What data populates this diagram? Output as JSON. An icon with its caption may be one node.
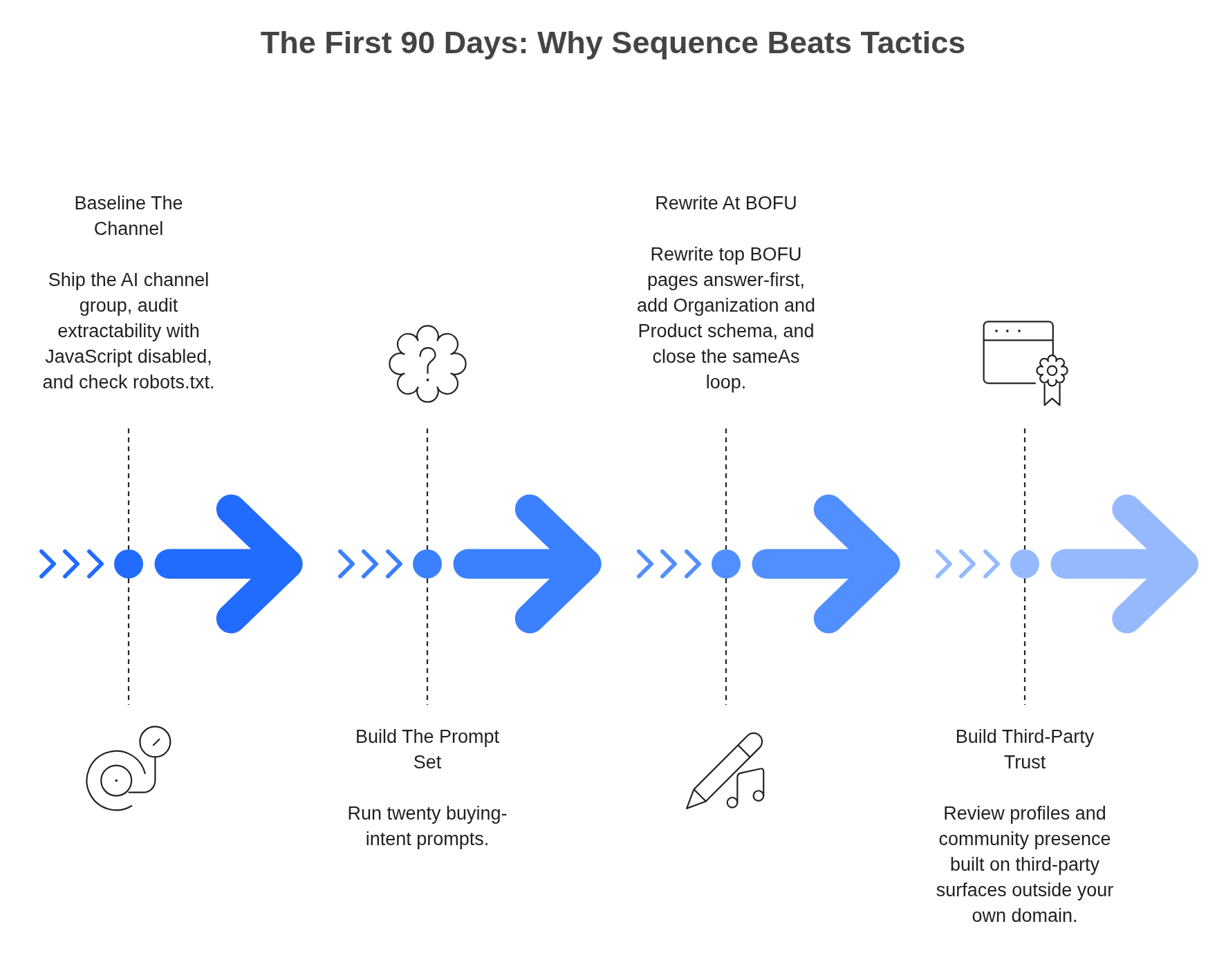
{
  "diagram": {
    "title": "The First 90 Days: Why Sequence Beats Tactics",
    "nodes": [
      {
        "text": [
          "Baseline The Channel",
          "Ship the AI channel group, audit extractability with JavaScript disabled, and check robots.txt."
        ]
      },
      {
        "text": [],
        "shape": "circle"
      },
      {
        "text": [],
        "shape": "picture"
      },
      {
        "text": [],
        "shape": "picture"
      },
      {
        "text": [],
        "shape": "circle"
      },
      {
        "text": [
          "Build The Prompt Set",
          "Run twenty buying-intent prompts."
        ]
      },
      {
        "text": [
          "Rewrite At BOFU",
          "Rewrite top BOFU pages answer-first, add Organization and Product schema, and close the sameAs loop."
        ]
      },
      {
        "text": [],
        "shape": "circle"
      },
      {
        "text": [],
        "shape": "picture"
      },
      {
        "text": [],
        "shape": "picture"
      },
      {
        "text": [],
        "shape": "circle"
      },
      {
        "text": [
          "Build Third-Party Trust",
          "Review profiles and community presence built on third-party surfaces outside your own domain."
        ]
      }
    ],
    "edges": [
      {
        "from": 0,
        "to": 1,
        "arrow": "none",
        "style": "dashed"
      },
      {
        "from": 1,
        "to": 2,
        "arrow": "none",
        "style": "dashed"
      },
      {
        "from": 1,
        "to": 4,
        "arrow": "to",
        "style": "thick",
        "color": "#216bff"
      },
      {
        "from": 3,
        "to": 4,
        "arrow": "none",
        "style": "dashed"
      },
      {
        "from": 4,
        "to": 5,
        "arrow": "none",
        "style": "dashed"
      },
      {
        "from": 4,
        "to": 7,
        "arrow": "to",
        "style": "thick",
        "color": "#3a80ff"
      },
      {
        "from": 6,
        "to": 7,
        "arrow": "none",
        "style": "dashed"
      },
      {
        "from": 7,
        "to": 8,
        "arrow": "none",
        "style": "dashed"
      },
      {
        "from": 7,
        "to": 10,
        "arrow": "to",
        "style": "thick",
        "color": "#528ffe"
      },
      {
        "from": 9,
        "to": 10,
        "arrow": "none",
        "style": "dashed"
      },
      {
        "from": 10,
        "to": 11,
        "arrow": "none",
        "style": "dashed"
      },
      {
        "from": 10,
        "to": null,
        "arrow": "to",
        "style": "thick",
        "color": "#96b9fe"
      }
    ]
  }
}
